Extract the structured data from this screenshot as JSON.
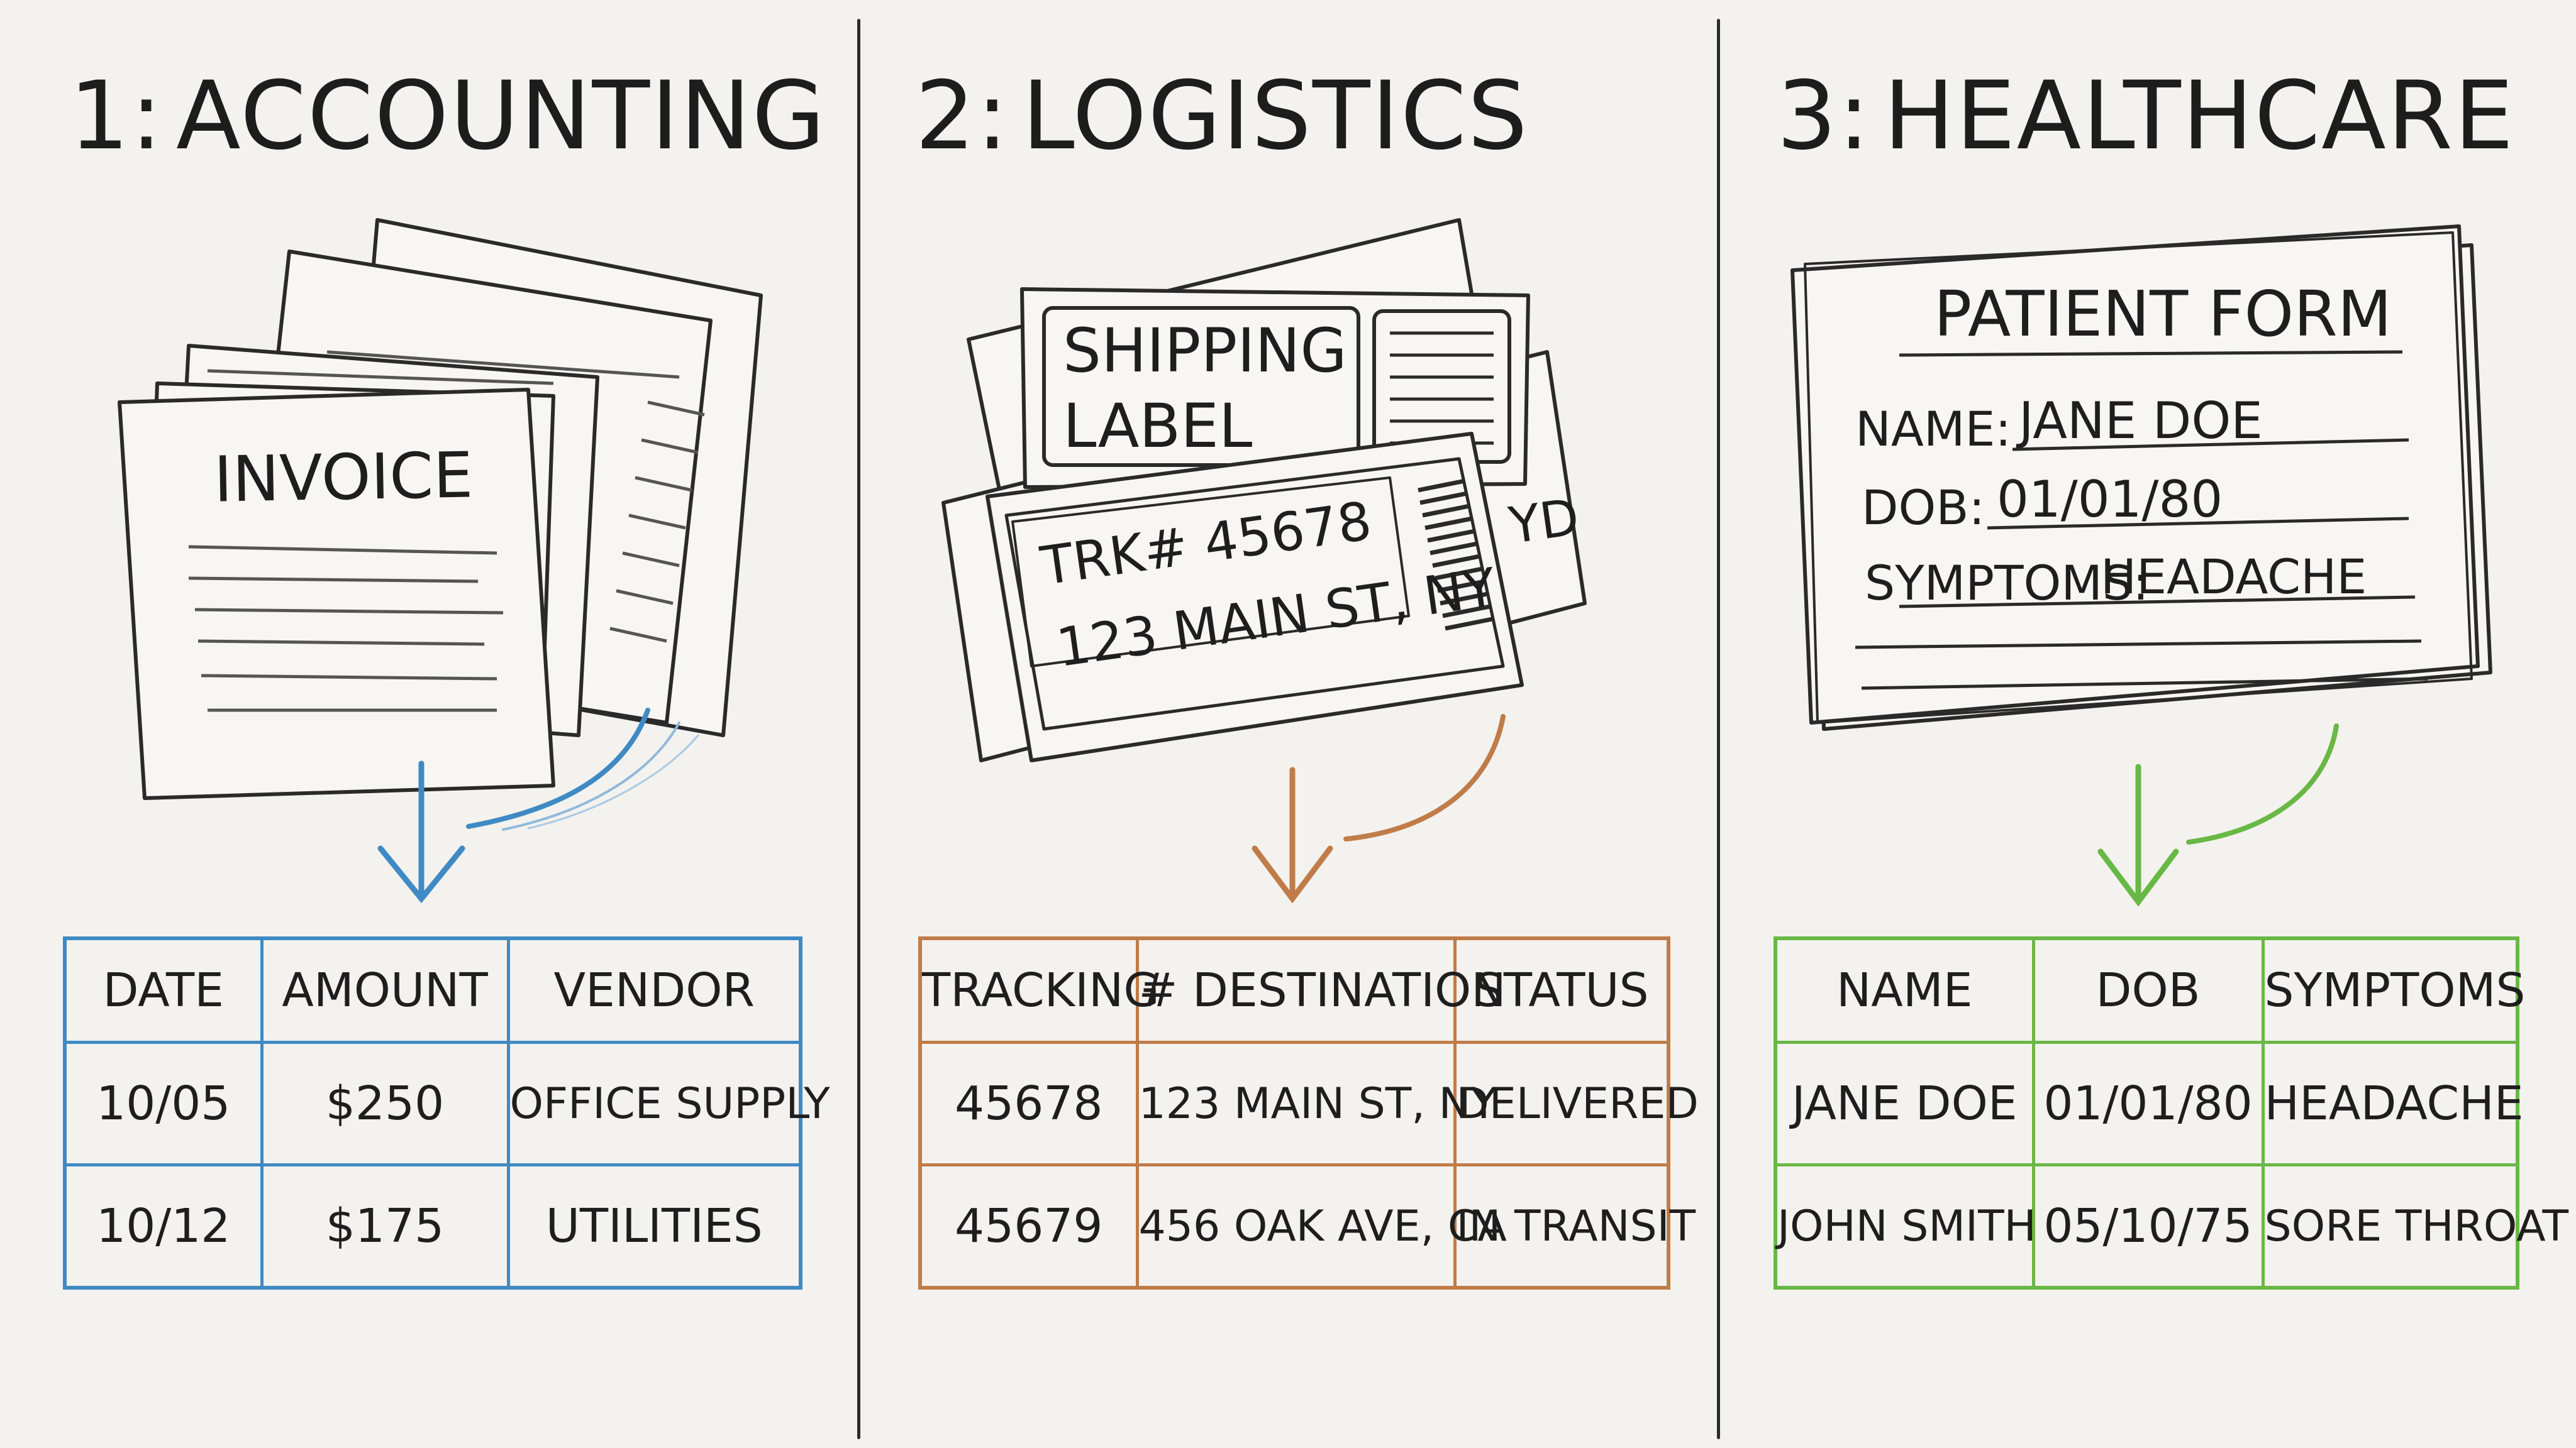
{
  "colors": {
    "ink": "#1e1e1e",
    "accounting": "#3f8ac4",
    "logistics": "#c07c48",
    "healthcare": "#68b845",
    "paper": "#f3f2ee"
  },
  "panels": [
    {
      "number": "1:",
      "title": "ACCOUNTING",
      "document": {
        "title": "INVOICE",
        "icon": "stacked-invoices-icon"
      },
      "table": {
        "headers": [
          "DATE",
          "AMOUNT",
          "VENDOR"
        ],
        "rows": [
          [
            "10/05",
            "$250",
            "OFFICE SUPPLY"
          ],
          [
            "10/12",
            "$175",
            "UTILITIES"
          ]
        ]
      }
    },
    {
      "number": "2:",
      "title": "LOGISTICS",
      "document": {
        "title_line1": "SHIPPING",
        "title_line2": "LABEL",
        "tracking": "TRK# 45678",
        "address": "123 MAIN ST, NY",
        "partial_text": "YD",
        "icon": "shipping-labels-icon"
      },
      "table": {
        "headers": [
          "TRACKING",
          "# DESTINATION",
          "STATUS"
        ],
        "rows": [
          [
            "45678",
            "123 MAIN ST, NY",
            "DELIVERED"
          ],
          [
            "45679",
            "456 OAK AVE, CA",
            "IN TRANSIT"
          ]
        ]
      }
    },
    {
      "number": "3:",
      "title": "HEALTHCARE",
      "document": {
        "title": "PATIENT FORM",
        "name_label": "NAME:",
        "name_value": "JANE DOE",
        "dob_label": "DOB:",
        "dob_value": "01/01/80",
        "symptoms_label": "SYMPTOMS:",
        "symptoms_value": "HEADACHE",
        "icon": "patient-form-icon"
      },
      "table": {
        "headers": [
          "NAME",
          "DOB",
          "SYMPTOMS"
        ],
        "rows": [
          [
            "JANE DOE",
            "01/01/80",
            "HEADACHE"
          ],
          [
            "JOHN SMITH",
            "05/10/75",
            "SORE THROAT"
          ]
        ]
      }
    }
  ]
}
